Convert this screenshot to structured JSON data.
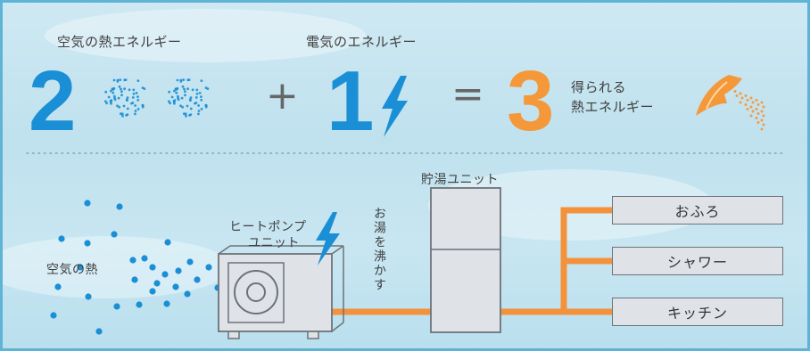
{
  "colors": {
    "blue": "#1a8fd6",
    "orange": "#f5983a",
    "pipe": "#f3923b",
    "unit_fill": "#dfe3e8",
    "unit_stroke": "#6d7278"
  },
  "equation": {
    "air_heat_label": "空気の熱エネルギー",
    "air_heat_value": "2",
    "plus_sign": "+",
    "electric_label": "電気のエネルギー",
    "electric_value": "1",
    "equals_sign": "=",
    "result_value": "3",
    "result_label_line1": "得られる",
    "result_label_line2": "熱エネルギー"
  },
  "system": {
    "air_heat": "空気の熱",
    "heat_pump_line1": "ヒートポンプ",
    "heat_pump_line2": "ユニット",
    "boil_water": "お湯を沸かす",
    "tank_unit": "貯湯ユニット",
    "destinations": [
      "おふろ",
      "シャワー",
      "キッチン"
    ]
  }
}
